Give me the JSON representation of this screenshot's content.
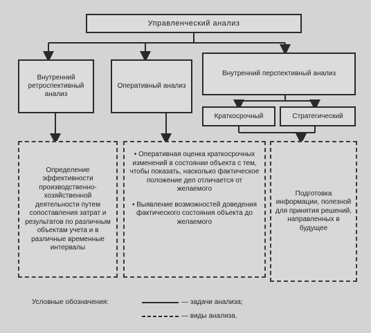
{
  "diagram": {
    "title": "Управленческий анализ",
    "level1": {
      "internal": "Внутренний ретроспективный анализ",
      "operative": "Оперативный анализ",
      "perspective": "Внутренний перспективный анализ"
    },
    "level2": {
      "short_term": "Краткосрочный",
      "strategic": "Стратегический"
    },
    "tasks": {
      "internal": "Определение эффективности производственно-хозяйственной деятельности путем сопоставления затрат и результатов по различным объектам учета и в различные временные интервалы",
      "operative_1": "• Оперативная оценка краткосрочных изменений в состоянии объекта с тем, чтобы показать, насколько фактическое положение дел отличается от желаемого",
      "operative_2": "• Выявление возможностей доведения фактического состояния объекта до желаемого",
      "perspective": "Подготовка информации, полезной для принятия решений, направленных в будущее"
    },
    "legend": {
      "label": "Условные обозначения:",
      "solid": "— задачи анализа;",
      "dashed": "— виды анализа."
    }
  }
}
